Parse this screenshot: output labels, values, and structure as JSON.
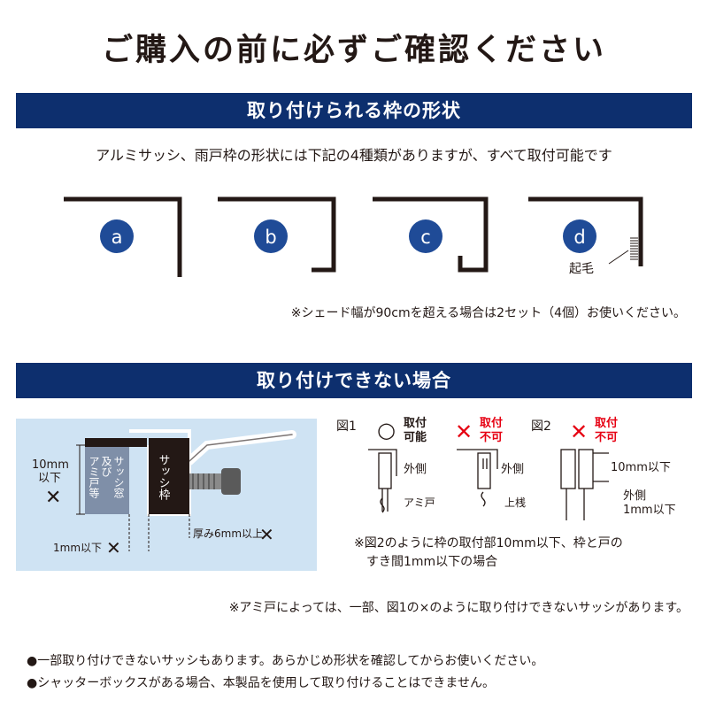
{
  "heading": "ご購入の前に必ずご確認ください",
  "section1": {
    "title": "取り付けられる枠の形状",
    "lead": "アルミサッシ、雨戸枠の形状には下記の4種類がありますが、すべて取付可能です",
    "shapes": [
      {
        "label": "a"
      },
      {
        "label": "b"
      },
      {
        "label": "c"
      },
      {
        "label": "d",
        "annotation": "起毛"
      }
    ],
    "note": "※シェード幅が90cmを超える場合は2セット（4個）お使いください。"
  },
  "section2": {
    "title": "取り付けできない場合",
    "left_figure": {
      "height_limit": "10mm",
      "height_limit_sub": "以下",
      "frame_label": "サッシ枠",
      "window_label_col1": "サッシ窓",
      "window_label_col2": "及び",
      "window_label_col3": "アミ戸等",
      "gap_limit": "1mm以下",
      "thickness_limit": "厚み6mm以上",
      "cross_mark": "✕"
    },
    "fig1": {
      "label": "図1",
      "ok_mark": "○",
      "ok_text_line1": "取付",
      "ok_text_line2": "可能",
      "ng_mark": "✕",
      "ng_text_line1": "取付",
      "ng_text_line2": "不可",
      "outside_label": "外側",
      "outside_label2": "外側",
      "screen_label": "アミ戸",
      "frame_label": "上桟"
    },
    "fig2": {
      "label": "図2",
      "ng_mark": "✕",
      "ng_text_line1": "取付",
      "ng_text_line2": "不可",
      "depth_label": "10mm以下",
      "outside_label": "外側",
      "gap_label": "1mm以下"
    },
    "fig2_note_line1": "※図2のように枠の取付部10mm以下、枠と戸の",
    "fig2_note_line2": "すき間1mm以下の場合",
    "screen_note": "※アミ戸によっては、一部、図1の×のように取り付けできないサッシがあります。"
  },
  "bullets": [
    "●一部取り付けできないサッシもあります。あらかじめ形状を確認してからお使いください。",
    "●シャッターボックスがある場合、本製品を使用して取り付けることはできません。"
  ],
  "colors": {
    "navy": "#0d2f6e",
    "circle_blue": "#1f4b97",
    "light_blue": "#cfe3f3",
    "red": "#e60012",
    "frame_dark": "#231815"
  }
}
